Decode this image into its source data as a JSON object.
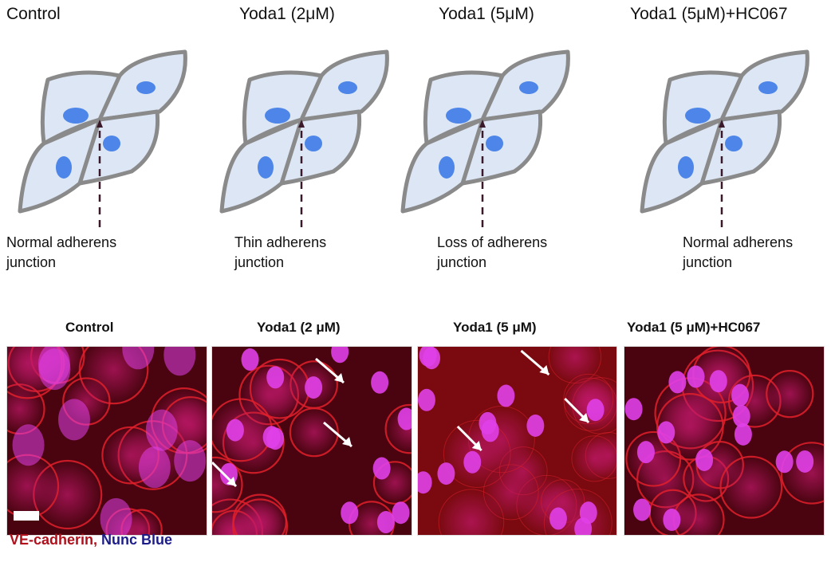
{
  "schematic": {
    "panels": [
      {
        "title": "Control",
        "label_line1": "Normal adherens",
        "label_line2": "junction"
      },
      {
        "title": "Yoda1 (2μM)",
        "label_line1": "Thin adherens",
        "label_line2": "junction"
      },
      {
        "title": "Yoda1 (5μM)",
        "label_line1": "Loss of adherens",
        "label_line2": "junction"
      },
      {
        "title": "Yoda1 (5μM)+HC067",
        "label_line1": "Normal adherens",
        "label_line2": "junction"
      }
    ]
  },
  "micrographs": {
    "panels": [
      {
        "title": "Control"
      },
      {
        "title": "Yoda1 (2 μM)"
      },
      {
        "title": "Yoda1 (5 μM)"
      },
      {
        "title": "Yoda1 (5 μM)+HC067"
      }
    ],
    "legend": {
      "stain1": "VE-cadherin,",
      "stain2": "Nunc Blue"
    }
  },
  "colors": {
    "cell_fill": "#dce6f5",
    "cell_border": "#8a8a8a",
    "nucleus": "#4d86e8",
    "membrane": "#e0202c",
    "nucleus_stain": "#e040e8"
  }
}
